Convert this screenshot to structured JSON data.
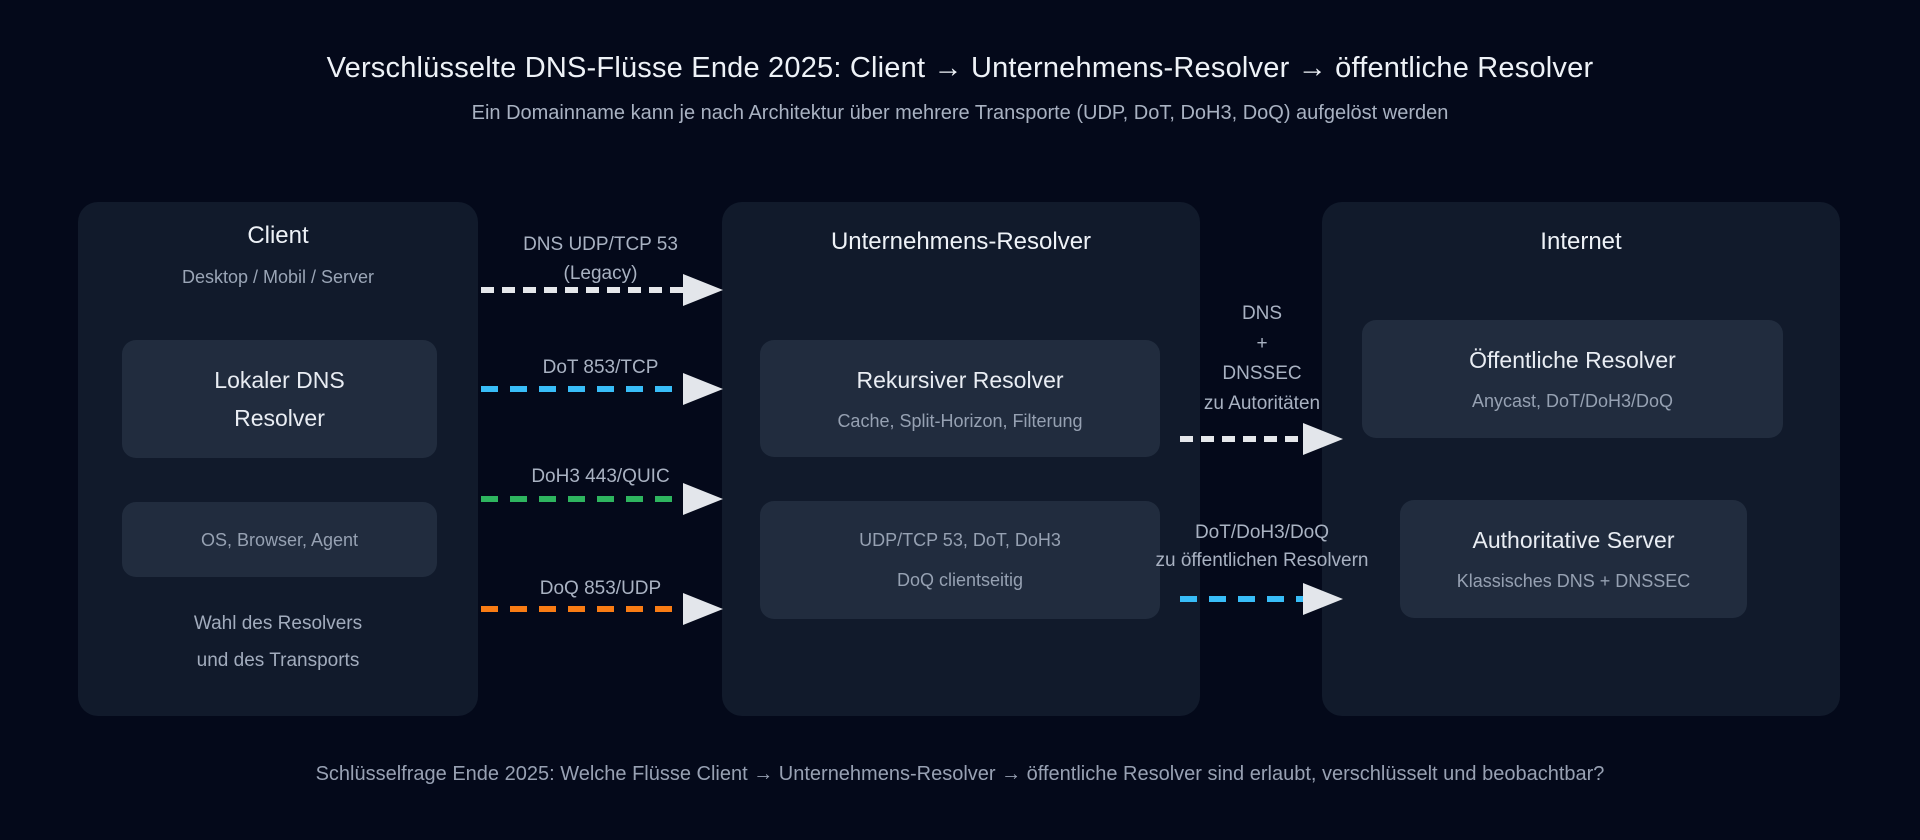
{
  "title": "Verschlüsselte DNS-Flüsse Ende 2025: Client → Unternehmens-Resolver → öffentliche Resolver",
  "subtitle": "Ein Domainname kann je nach Architektur über mehrere Transporte (UDP, DoT, DoH3, DoQ) aufgelöst werden",
  "footer": "Schlüsselfrage Ende 2025: Welche Flüsse Client → Unternehmens-Resolver → öffentliche Resolver sind erlaubt, verschlüsselt und beobachtbar?",
  "colors": {
    "bg": "#04091a",
    "panel": "#111a2b",
    "box": "#212c3e",
    "white_dash": "#e5e7eb",
    "blue": "#38bdf8",
    "green": "#2eb55f",
    "orange": "#f97c14",
    "arrowhead": "#e3e6eb"
  },
  "panels": {
    "client": {
      "title": "Client",
      "subtitle": "Desktop / Mobil / Server",
      "box1_line1": "Lokaler DNS",
      "box1_line2": "Resolver",
      "box2": "OS, Browser, Agent",
      "note_line1": "Wahl des Resolvers",
      "note_line2": "und des Transports"
    },
    "enterprise": {
      "title": "Unternehmens-Resolver",
      "box1_title": "Rekursiver Resolver",
      "box1_sub": "Cache, Split-Horizon, Filterung",
      "box2_line1": "UDP/TCP 53, DoT, DoH3",
      "box2_line2": "DoQ clientseitig"
    },
    "internet": {
      "title": "Internet",
      "box1_title": "Öffentliche Resolver",
      "box1_sub": "Anycast, DoT/DoH3/DoQ",
      "box2_title": "Authoritative Server",
      "box2_sub": "Klassisches DNS + DNSSEC"
    }
  },
  "left_arrows": [
    {
      "transport": "white",
      "label_line1": "DNS UDP/TCP 53",
      "label_line2": "(Legacy)"
    },
    {
      "transport": "blue",
      "label_line1": "DoT 853/TCP"
    },
    {
      "transport": "green",
      "label_line1": "DoH3 443/QUIC"
    },
    {
      "transport": "orange",
      "label_line1": "DoQ 853/UDP"
    }
  ],
  "right_arrows": [
    {
      "transport": "white",
      "lines": [
        "DNS",
        "+",
        "DNSSEC",
        "zu Autoritäten"
      ]
    },
    {
      "transport": "blue",
      "lines": [
        "DoT/DoH3/DoQ",
        "zu öffentlichen Resolvern"
      ]
    }
  ]
}
